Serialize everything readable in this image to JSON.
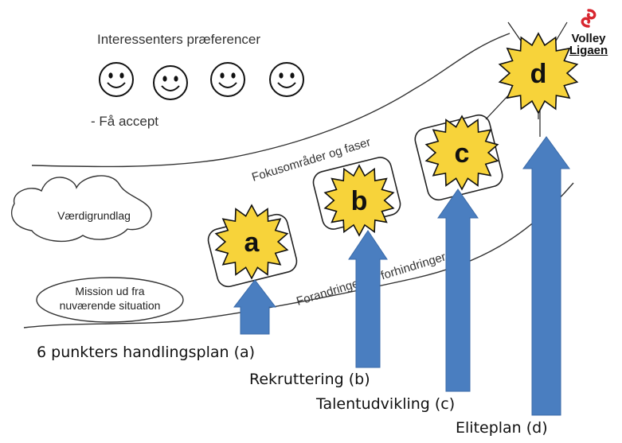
{
  "diagram": {
    "stakeholders_title": "Interessenters præferencer",
    "accept_note": "- Få accept",
    "focus_label": "Fokusområder og faser",
    "values_label": "Værdigrundlag",
    "change_label": "Forandringer og forhindringer",
    "mission_label_line1": "Mission ud fra",
    "mission_label_line2": "nuværende situation",
    "phases": [
      "a",
      "b",
      "c",
      "d"
    ],
    "star_color": "#F7D33A",
    "arrow_color": "#4A7EC0",
    "captions": {
      "a": "6 punkters handlingsplan (a)",
      "b": "Rekruttering (b)",
      "c": "Talentudvikling (c)",
      "d": "Eliteplan (d)"
    }
  },
  "logo": {
    "line1": "Volley",
    "line2": "Ligaen",
    "mark_color": "#D8262F"
  }
}
